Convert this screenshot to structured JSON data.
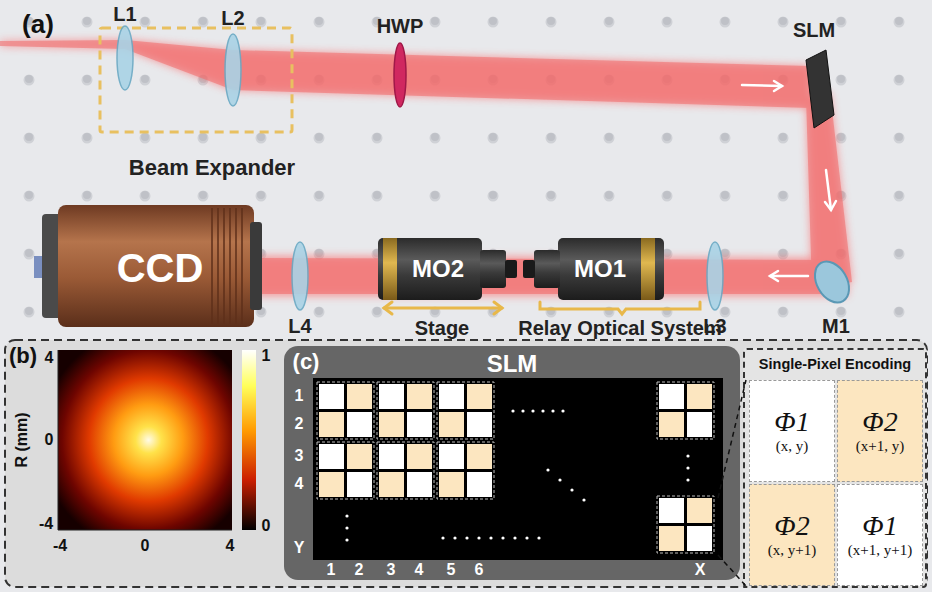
{
  "diagram": {
    "nodes": [
      {
        "text": [
          "CCD"
        ]
      },
      {
        "text": [
          "MO2"
        ]
      },
      {
        "text": [
          "MO1"
        ]
      },
      {
        "text": [
          "SLM"
        ]
      },
      {
        "text": [
          "Single-Pixel Encoding"
        ]
      },
      {
        "text": [
          "Φ1",
          "(x, y)"
        ],
        "in": 4
      },
      {
        "text": [
          "Φ2",
          "(x+1, y)"
        ],
        "in": 4
      },
      {
        "text": [
          "Φ2",
          "(x, y+1)"
        ],
        "in": 4
      },
      {
        "text": [
          "Φ1",
          "(x+1, y+1)"
        ],
        "in": 4
      }
    ],
    "labels": [
      "(a)",
      "L1",
      "L2",
      "HWP",
      "SLM",
      "Beam Expander",
      "M1",
      "L4",
      "L3",
      "Stage",
      "Relay Optical System",
      "(b)",
      "4",
      "0",
      "-4",
      "R (mm)",
      "-4",
      "0",
      "4",
      "1",
      "0",
      "(c)",
      "1",
      "2",
      "3",
      "4",
      "Y",
      "1",
      "2",
      "3",
      "4",
      "5",
      "6",
      "X"
    ]
  }
}
